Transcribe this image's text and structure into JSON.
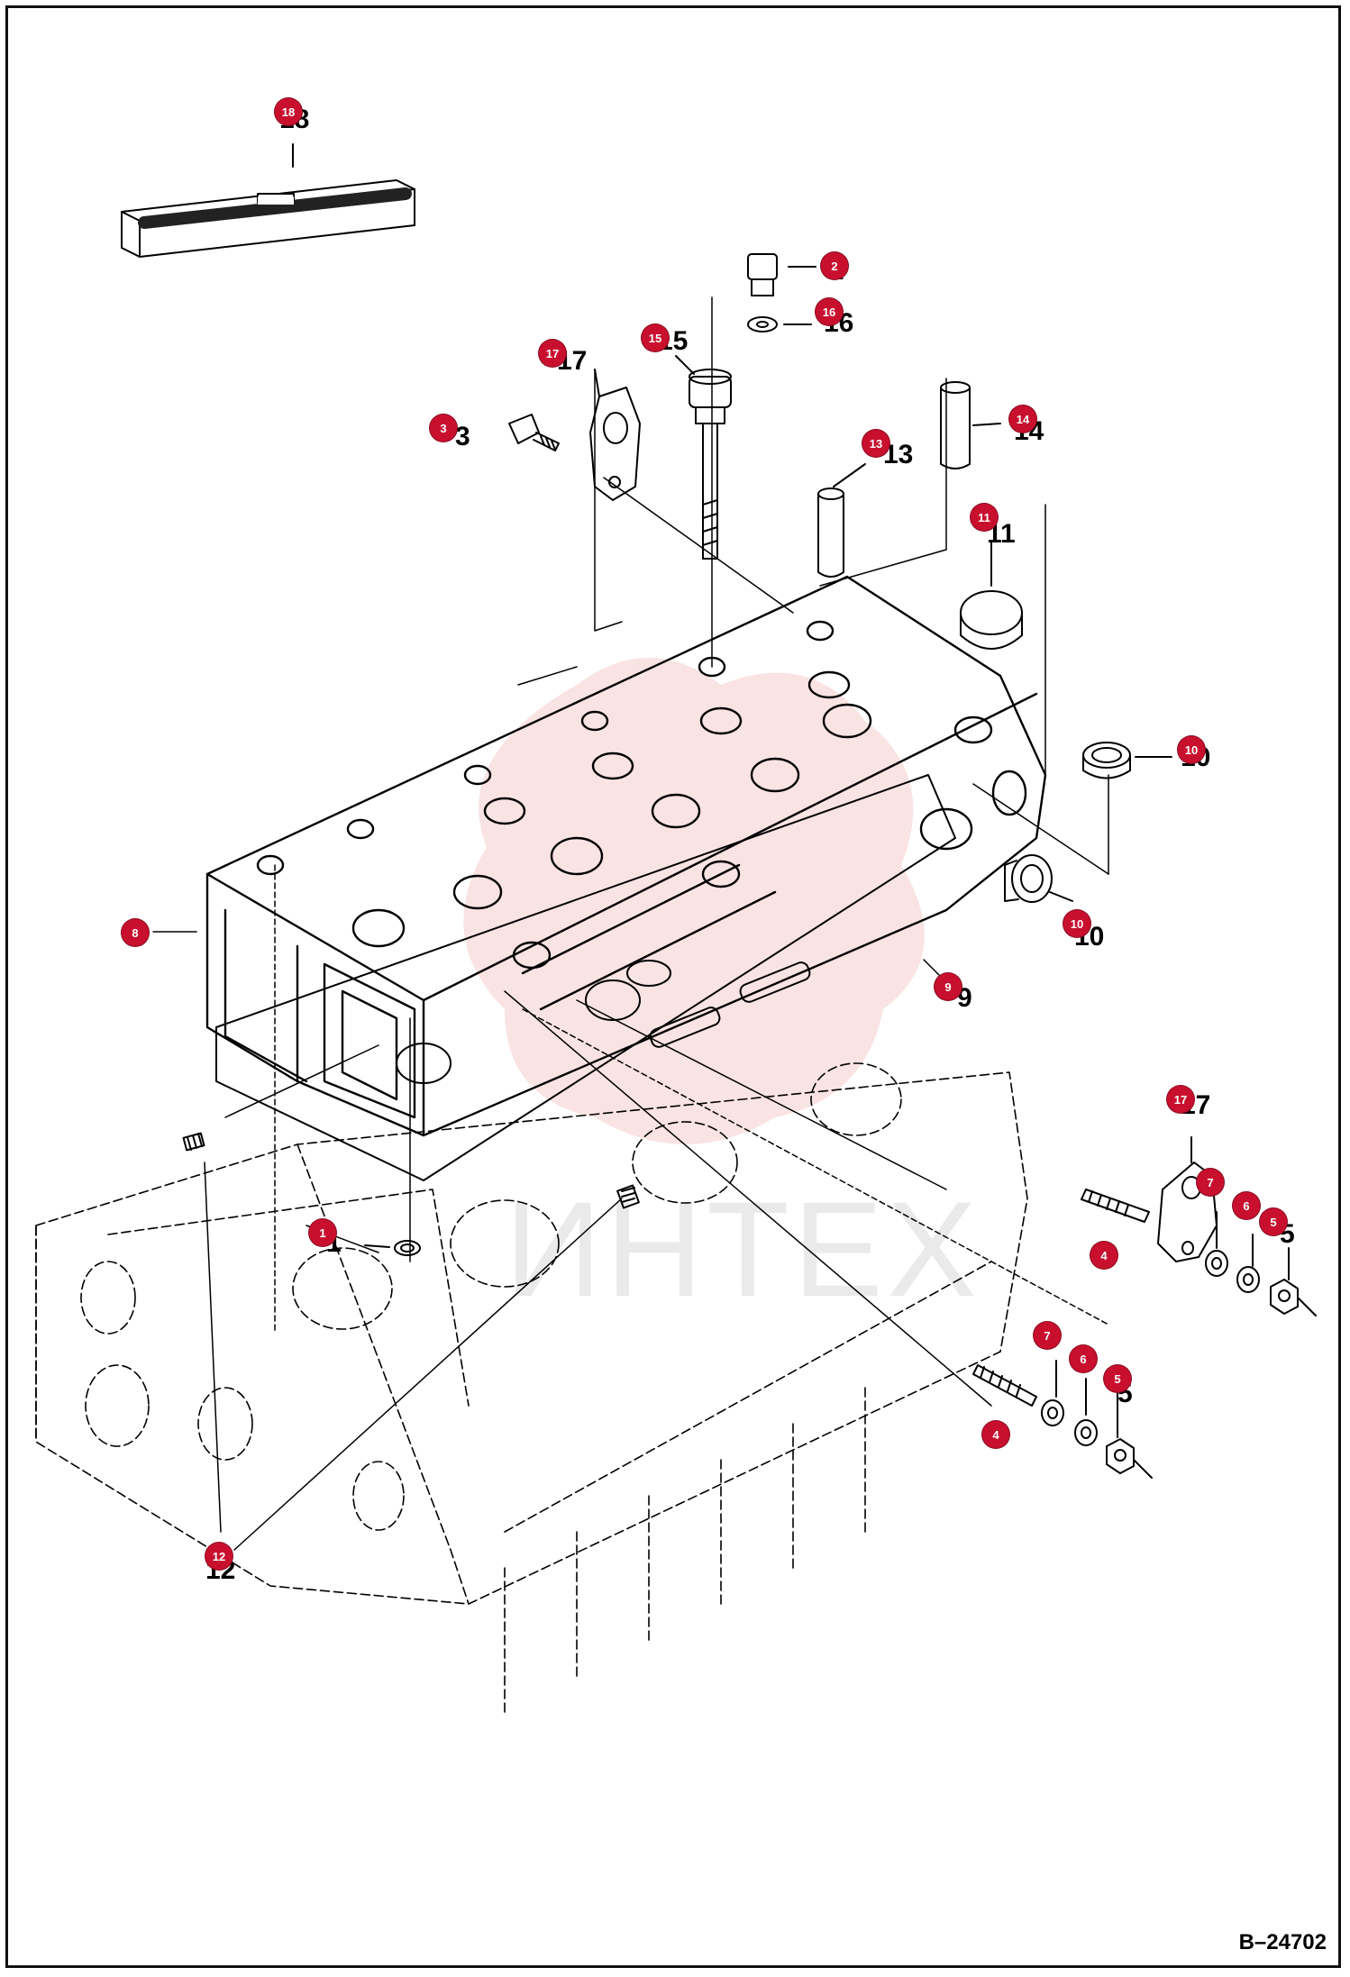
{
  "figure_ref": "B–24702",
  "watermark_text": "ИНТЕХ",
  "colors": {
    "callout": "#c8102e",
    "line": "#000000",
    "watermark": "#d6242a"
  },
  "callouts": [
    {
      "id": "c18",
      "label": "18",
      "text": "18"
    },
    {
      "id": "c2",
      "label": "2",
      "text": "2"
    },
    {
      "id": "c16",
      "label": "16",
      "text": "16"
    },
    {
      "id": "c15",
      "label": "15",
      "text": "15"
    },
    {
      "id": "c17a",
      "label": "17",
      "text": "17"
    },
    {
      "id": "c3",
      "label": "3",
      "text": "3"
    },
    {
      "id": "c14",
      "label": "14",
      "text": "14"
    },
    {
      "id": "c13",
      "label": "13",
      "text": "13"
    },
    {
      "id": "c11",
      "label": "11",
      "text": "11"
    },
    {
      "id": "c10a",
      "label": "10",
      "text": "10"
    },
    {
      "id": "c10b",
      "label": "10",
      "text": "10"
    },
    {
      "id": "c8",
      "label": "8",
      "text": ""
    },
    {
      "id": "c9",
      "label": "9",
      "text": "9"
    },
    {
      "id": "c17b",
      "label": "17",
      "text": "17"
    },
    {
      "id": "c7a",
      "label": "7",
      "text": ""
    },
    {
      "id": "c6a",
      "label": "6",
      "text": ""
    },
    {
      "id": "c5a",
      "label": "5",
      "text": "5"
    },
    {
      "id": "c4a",
      "label": "4",
      "text": ""
    },
    {
      "id": "c1",
      "label": "1",
      "text": "1"
    },
    {
      "id": "c7b",
      "label": "7",
      "text": ""
    },
    {
      "id": "c6b",
      "label": "6",
      "text": ""
    },
    {
      "id": "c5b",
      "label": "5",
      "text": "5"
    },
    {
      "id": "c4b",
      "label": "4",
      "text": ""
    },
    {
      "id": "c12",
      "label": "12",
      "text": "12"
    }
  ]
}
